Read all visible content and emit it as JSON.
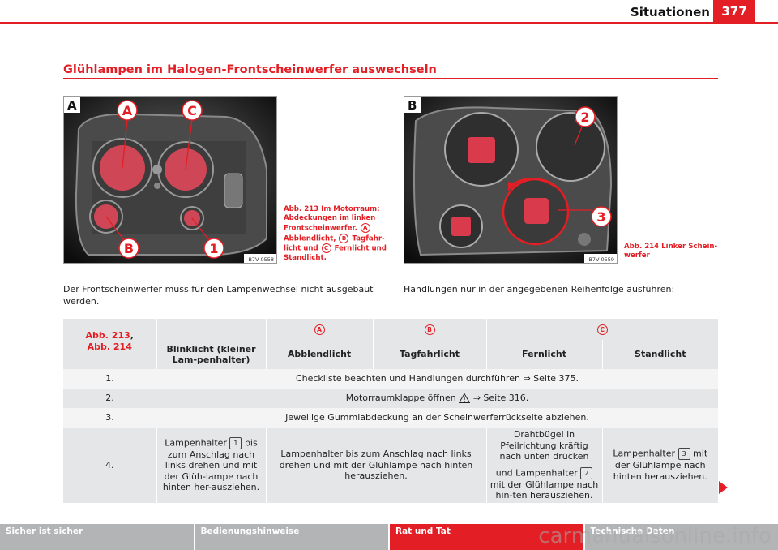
{
  "header": {
    "title": "Situationen",
    "page": "377"
  },
  "section_title": "Glühlampen im Halogen-Frontscheinwerfer auswechseln",
  "fig_a": {
    "letter": "A",
    "labels": {
      "a": "A",
      "c": "C",
      "b": "B",
      "one": "1"
    },
    "code": "B7V-0558",
    "caption": {
      "l1": "Abb. 213   Im Motorraum:",
      "l2": "Abdeckungen im linken",
      "l3": "Frontscheinwerfer.",
      "circ_a": "A",
      "l4a": "Abblendlicht,",
      "circ_b": "B",
      "l4b": "Tagfahr-",
      "l5a": "licht und",
      "circ_c": "C",
      "l5b": "Fernlicht und",
      "l6": "Standlicht."
    }
  },
  "fig_b": {
    "letter": "B",
    "labels": {
      "two": "2",
      "three": "3"
    },
    "code": "B7V-0559",
    "caption": {
      "l1": "Abb. 214   Linker Schein-",
      "l2": "werfer"
    }
  },
  "text_left": {
    "l1": "Der Frontscheinwerfer muss für den Lampenwechsel nicht ausgebaut",
    "l2": "werden."
  },
  "text_right": "Handlungen nur in der angegebenen Reihenfolge ausführen:",
  "table": {
    "ref1": "Abb. 213",
    "ref_comma": ",",
    "ref2": "Abb. 214",
    "circ_a": "A",
    "circ_b": "B",
    "circ_c": "C",
    "cols": {
      "blink": "Blinklicht (kleiner Lam-penhalter)",
      "abbl": "Abblendlicht",
      "tagf": "Tagfahrlicht",
      "fern": "Fernlicht",
      "stand": "Standlicht"
    },
    "rows": {
      "r1n": "1.",
      "r1": "Checkliste beachten und Handlungen durchführen ⇒ Seite 375.",
      "r2n": "2.",
      "r2a": "Motorraumklappe öffnen",
      "r2b": "⇒ Seite 316.",
      "r3n": "3.",
      "r3": "Jeweilige Gummiabdeckung an der Scheinwerferrückseite abziehen.",
      "r4n": "4.",
      "r4c1a": "Lampenhalter",
      "r4c1n": "1",
      "r4c1b": "bis zum Anschlag nach links drehen und mit der Glüh-lampe nach hinten her-ausziehen.",
      "r4c2": "Lampenhalter bis zum Anschlag nach links drehen und mit der Glühlampe nach hinten herausziehen.",
      "r4c3a": "Drahtbügel in Pfeilrichtung kräftig nach unten drücken",
      "r4c3b": "und Lampenhalter",
      "r4c3n": "2",
      "r4c3c": "mit der Glühlampe nach hin-ten herausziehen.",
      "r4c4a": "Lampenhalter",
      "r4c4n": "3",
      "r4c4b": "mit der Glühlampe nach hinten herausziehen."
    }
  },
  "footer": {
    "t1": "Sicher ist sicher",
    "t2": "Bedienungshinweise",
    "t3": "Rat und Tat",
    "t4": "Technische Daten"
  },
  "watermark": "carmanualsonline.info",
  "colors": {
    "accent": "#e31e24",
    "gray": "#b3b4b6",
    "table_bg": "#e5e6e8"
  }
}
